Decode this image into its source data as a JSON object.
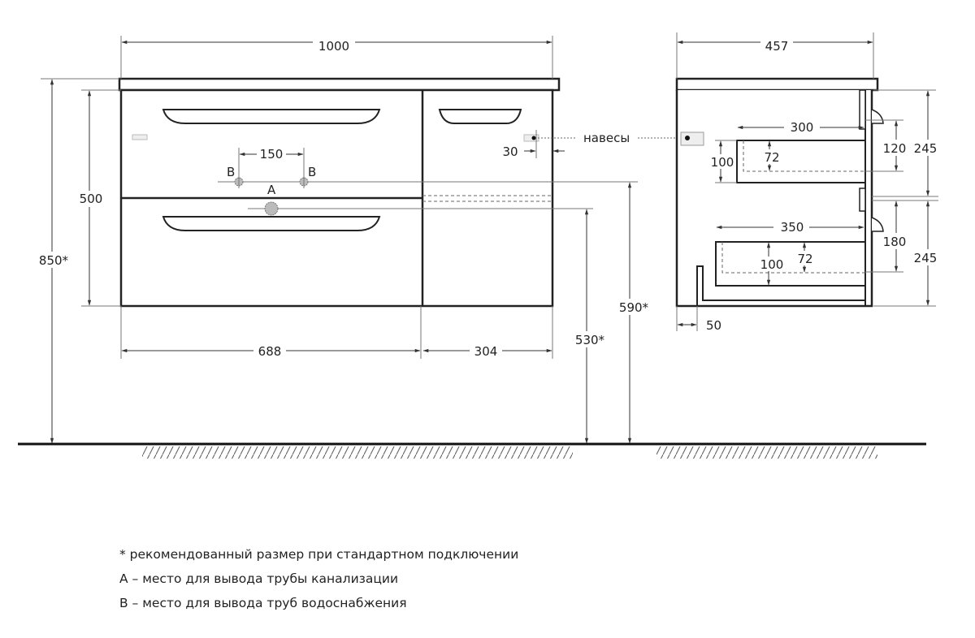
{
  "front_view": {
    "width_total": "1000",
    "height_total": "850*",
    "body_height": "500",
    "left_section": "688",
    "right_section": "304",
    "pipe_spacing": "150",
    "label_b_left": "B",
    "label_b_right": "B",
    "label_a": "A",
    "hinge_offset": "30",
    "hinges_label": "навесы",
    "drain_height": "530*",
    "water_height": "590*"
  },
  "side_view": {
    "depth_total": "457",
    "upper_drawer_depth": "300",
    "upper_drawer_height": "100",
    "upper_drawer_inner": "72",
    "upper_offset": "120",
    "upper_section": "245",
    "lower_drawer_depth": "350",
    "lower_drawer_height": "100",
    "lower_drawer_inner": "72",
    "lower_offset": "180",
    "lower_section": "245",
    "plinth_offset": "50"
  },
  "notes": [
    "* рекомендованный размер при стандартном подключении",
    "A – место для вывода трубы канализации",
    "B – место для вывода труб водоснабжения"
  ]
}
